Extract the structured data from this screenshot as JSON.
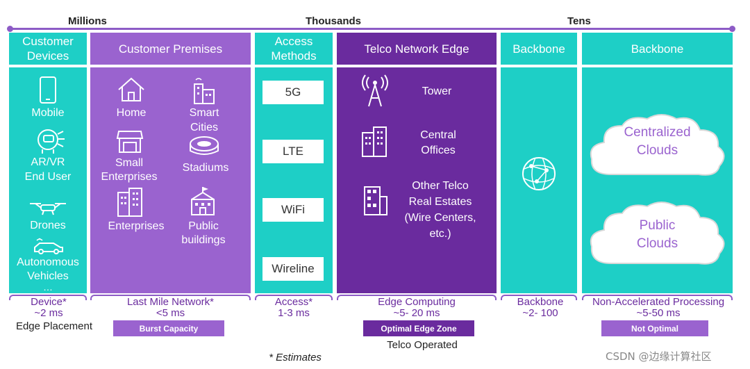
{
  "scale": {
    "millions": "Millions",
    "thousands": "Thousands",
    "tens": "Tens"
  },
  "headers": {
    "customer_devices": "Customer Devices",
    "customer_premises": "Customer Premises",
    "access_methods": "Access Methods",
    "telco_edge": "Telco Network Edge",
    "backbone1": "Backbone",
    "backbone2": "Backbone"
  },
  "devices": {
    "mobile": "Mobile",
    "arvr": "AR/VR",
    "end_user": "End User",
    "drones": "Drones",
    "auto1": "Autonomous",
    "auto2": "Vehicles",
    "more": "…"
  },
  "premises": {
    "home": "Home",
    "smart1": "Smart",
    "smart2": "Cities",
    "small1": "Small",
    "small2": "Enterprises",
    "stadiums": "Stadiums",
    "enterprises": "Enterprises",
    "public1": "Public",
    "public2": "buildings"
  },
  "access": [
    "5G",
    "LTE",
    "WiFi",
    "Wireline"
  ],
  "edge": {
    "tower": "Tower",
    "central1": "Central",
    "central2": "Offices",
    "other1": "Other Telco",
    "other2": "Real Estates",
    "other3": "(Wire Centers,",
    "other4": "etc.)"
  },
  "clouds": {
    "c1a": "Centralized",
    "c1b": "Clouds",
    "c2a": "Public",
    "c2b": "Clouds"
  },
  "footer": {
    "device": "Device*",
    "device_ms": "~2 ms",
    "edge_placement": "Edge Placement",
    "lastmile": "Last Mile Network*",
    "lastmile_ms": "<5 ms",
    "burst": "Burst Capacity",
    "access": "Access*",
    "access_ms": "1-3 ms",
    "edgecomp": "Edge Computing",
    "edgecomp_ms": "~5- 20 ms",
    "optimal": "Optimal Edge Zone",
    "telco_op": "Telco Operated",
    "backbone": "Backbone",
    "backbone_ms": "~2- 100",
    "nonacc": "Non-Accelerated Processing",
    "nonacc_ms": "~5-50 ms",
    "not_optimal": "Not Optimal",
    "estimates": "* Estimates"
  },
  "watermark": "CSDN @边缘计算社区",
  "colors": {
    "teal": "#1ecfc6",
    "purple": "#9a63cf",
    "dark_purple": "#6a2b9e",
    "line": "#8d5bc6"
  }
}
